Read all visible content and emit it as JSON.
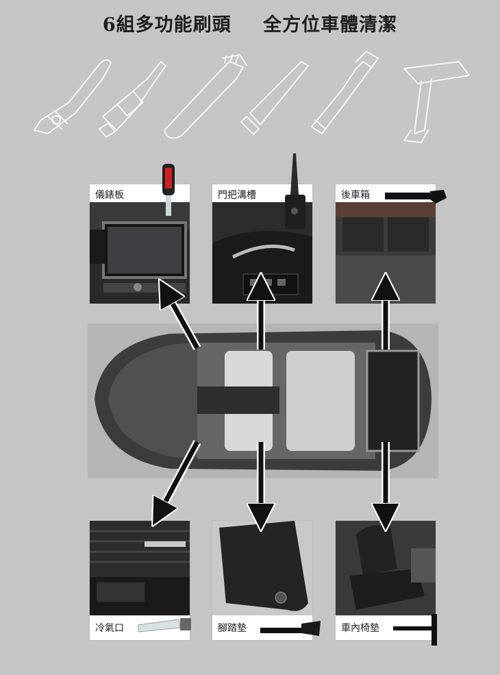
{
  "title": {
    "part1": "6組多功能刷頭",
    "part2": "全方位車體清潔"
  },
  "panels": {
    "dashboard": "儀錶板",
    "door_handle": "門把溝槽",
    "trunk": "後車箱",
    "air_vent": "冷氣口",
    "floor_mat": "腳踏墊",
    "seat": "車內椅墊"
  }
}
